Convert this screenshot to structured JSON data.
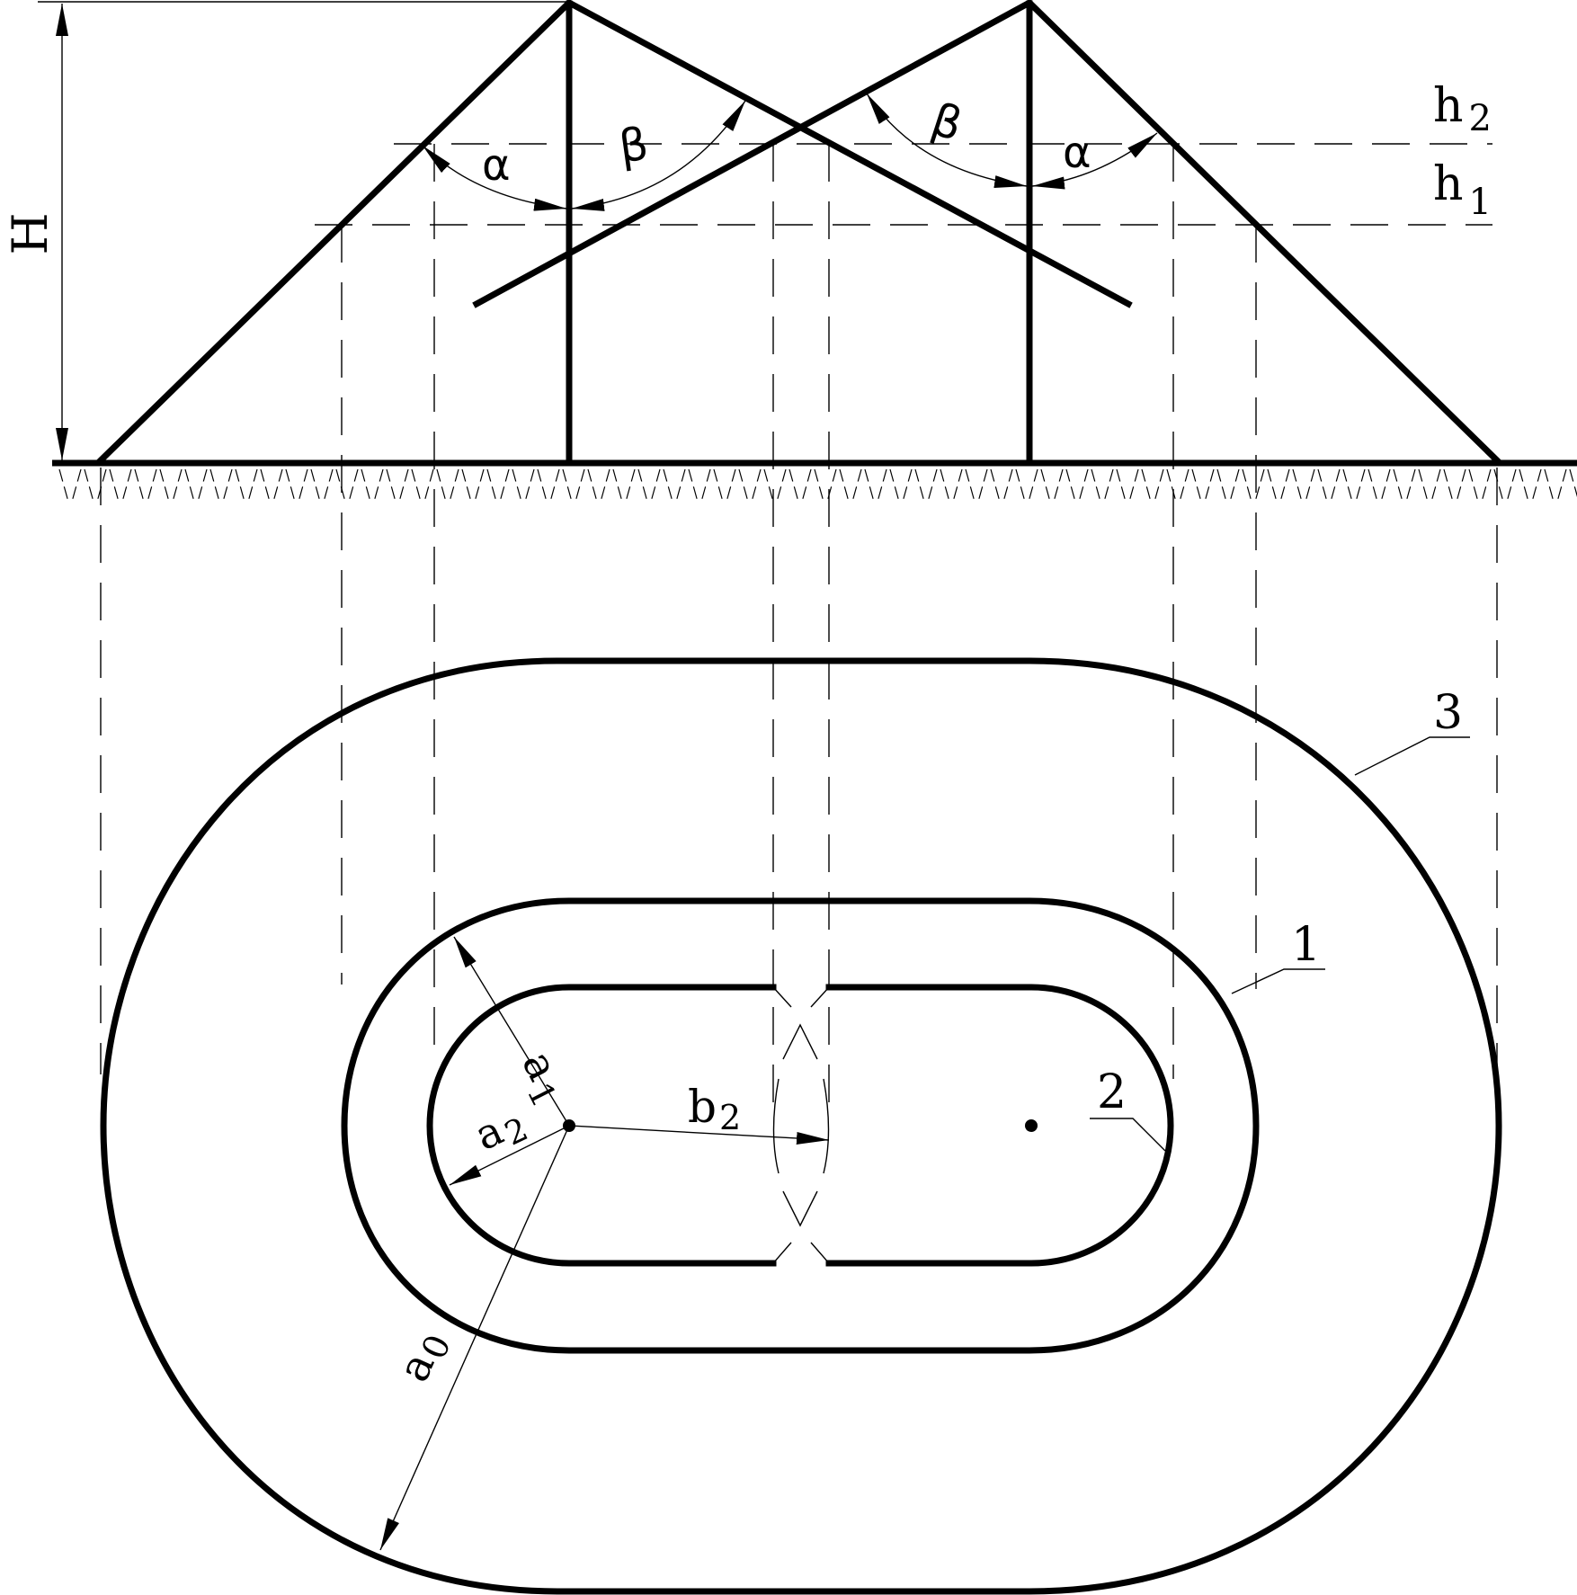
{
  "figure": {
    "type": "engineering schematic: elevation and plan view of slopes around two poles",
    "colors": {
      "line": "#000000",
      "background": "#ffffff"
    }
  },
  "elevation": {
    "height_label": "H",
    "level_labels": {
      "h2": {
        "base": "h",
        "sub": "2"
      },
      "h1": {
        "base": "h",
        "sub": "1"
      }
    },
    "angle_labels": {
      "alpha_left": "α",
      "beta_left": "β",
      "beta_right": "β",
      "alpha_right": "α"
    }
  },
  "plan": {
    "callouts": [
      {
        "id": "3",
        "label": "3",
        "target": "outer contour"
      },
      {
        "id": "1",
        "label": "1",
        "target": "middle contour"
      },
      {
        "id": "2",
        "label": "2",
        "target": "inner contour"
      }
    ],
    "dimensions": {
      "a1": {
        "base": "a",
        "sub": "1"
      },
      "a2": {
        "base": "a",
        "sub": "2"
      },
      "b2": {
        "base": "b",
        "sub": "2"
      },
      "a0": {
        "base": "a",
        "sub": "0"
      }
    }
  }
}
